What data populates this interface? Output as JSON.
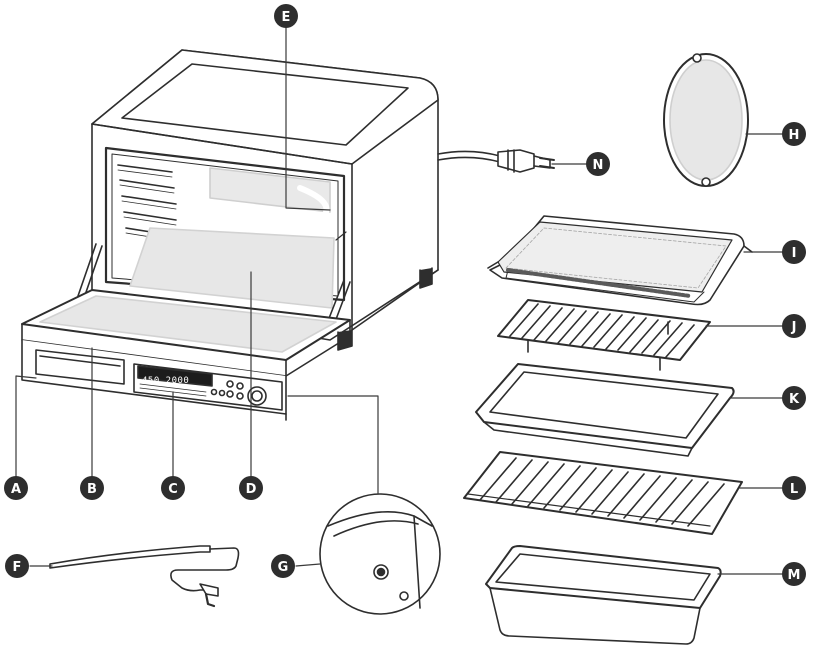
{
  "display_readout": "450 2000",
  "colors": {
    "line": "#2e2e2e",
    "callout": "#3a3a3a",
    "surface": "#ffffff",
    "glass": "#e7e7e7",
    "panel": "#1c1c1c"
  },
  "labels": {
    "A": "A",
    "B": "B",
    "C": "C",
    "D": "D",
    "E": "E",
    "F": "F",
    "G": "G",
    "H": "H",
    "I": "I",
    "J": "J",
    "K": "K",
    "L": "L",
    "M": "M",
    "N": "N"
  }
}
